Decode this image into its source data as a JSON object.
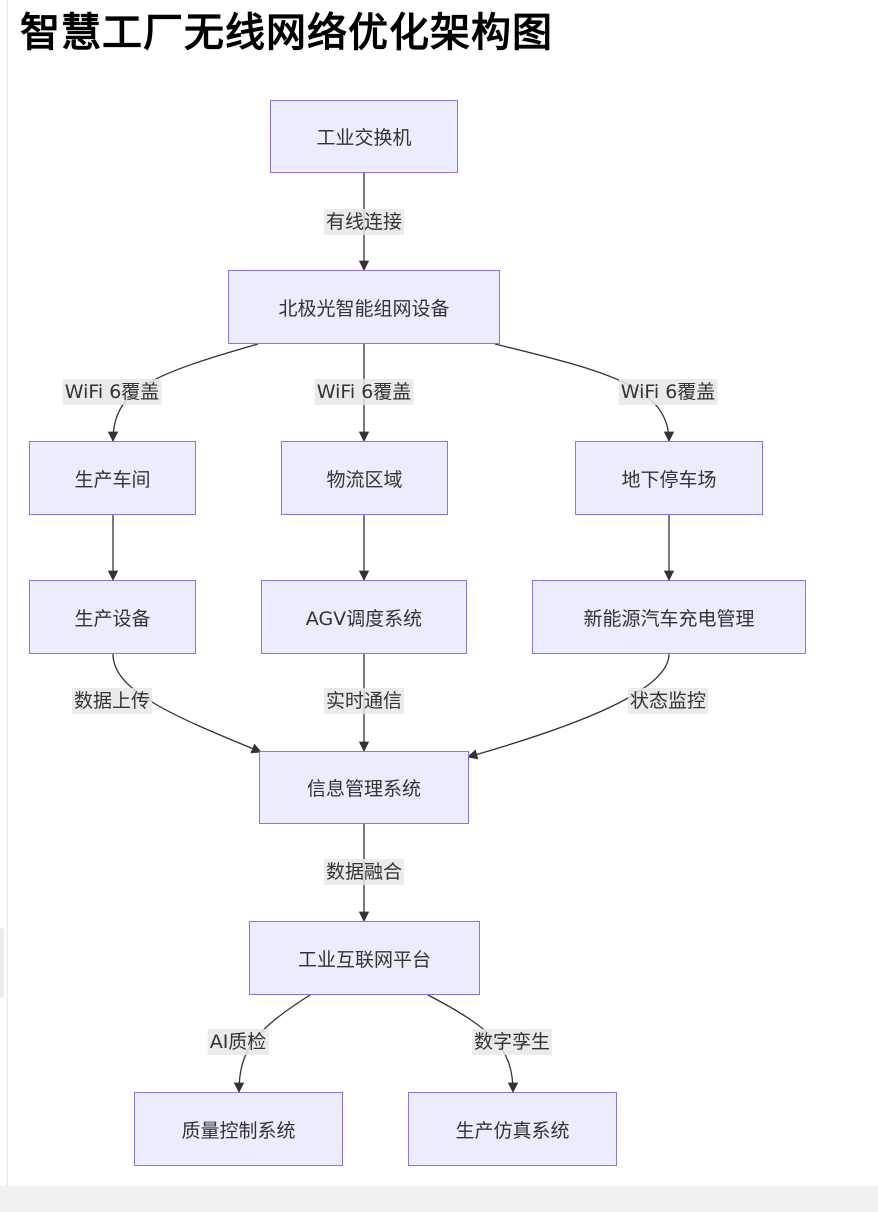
{
  "title": "智慧工厂无线网络优化架构图",
  "colors": {
    "node_fill": "#ececff",
    "node_border": "#9370db",
    "edge": "#333333",
    "label_bg": "#e8e8e8"
  },
  "nodes": {
    "switch": "工业交换机",
    "aurora": "北极光智能组网设备",
    "workshop": "生产车间",
    "logistics": "物流区域",
    "parking": "地下停车场",
    "equipment": "生产设备",
    "agv": "AGV调度系统",
    "ev": "新能源汽车充电管理",
    "infosys": "信息管理系统",
    "iiot": "工业互联网平台",
    "quality": "质量控制系统",
    "simulation": "生产仿真系统"
  },
  "edges": {
    "wired": "有线连接",
    "wifi_workshop": "WiFi 6覆盖",
    "wifi_logistics": "WiFi 6覆盖",
    "wifi_parking": "WiFi 6覆盖",
    "upload": "数据上传",
    "realtime": "实时通信",
    "status": "状态监控",
    "fusion": "数据融合",
    "ai_qc": "AI质检",
    "twin": "数字孪生"
  }
}
